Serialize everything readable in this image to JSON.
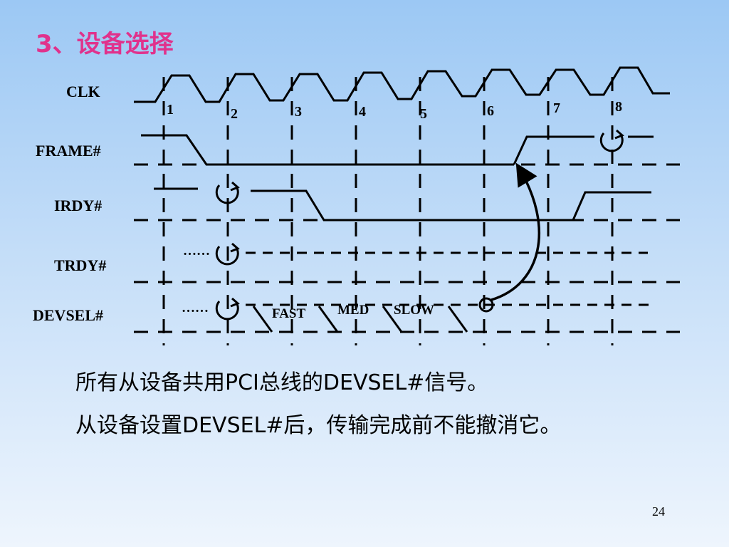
{
  "slide": {
    "title": "3、设备选择",
    "page_number": "24",
    "captions": [
      "所有从设备共用PCI总线的DEVSEL#信号。",
      "从设备设置DEVSEL#后，传输完成前不能撤消它。"
    ]
  },
  "diagram": {
    "signals": [
      "CLK",
      "FRAME#",
      "IRDY#",
      "TRDY#",
      "DEVSEL#"
    ],
    "clock_numbers": [
      "1",
      "2",
      "3",
      "4",
      "5",
      "6",
      "7",
      "8"
    ],
    "devsel_annotations": [
      "FAST",
      "MED",
      "SLOW"
    ],
    "ellipsis": "……"
  },
  "icons": {
    "turnaround": "turnaround-cycle-icon"
  },
  "colors": {
    "title": "#e0328c",
    "lines": "#000000"
  }
}
